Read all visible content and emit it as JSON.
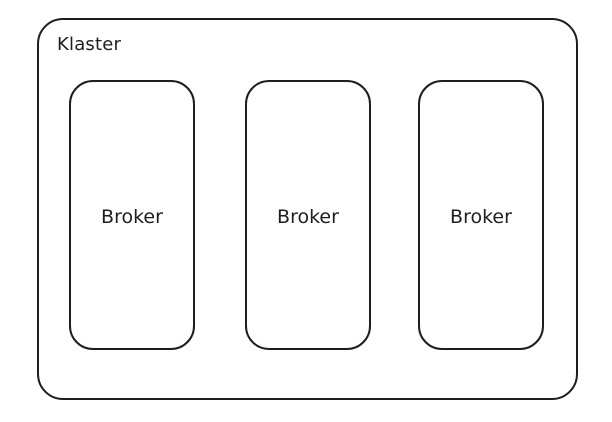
{
  "cluster": {
    "label": "Klaster"
  },
  "brokers": [
    {
      "label": "Broker"
    },
    {
      "label": "Broker"
    },
    {
      "label": "Broker"
    }
  ],
  "colors": {
    "stroke": "#1e1e1e",
    "background": "#ffffff"
  }
}
